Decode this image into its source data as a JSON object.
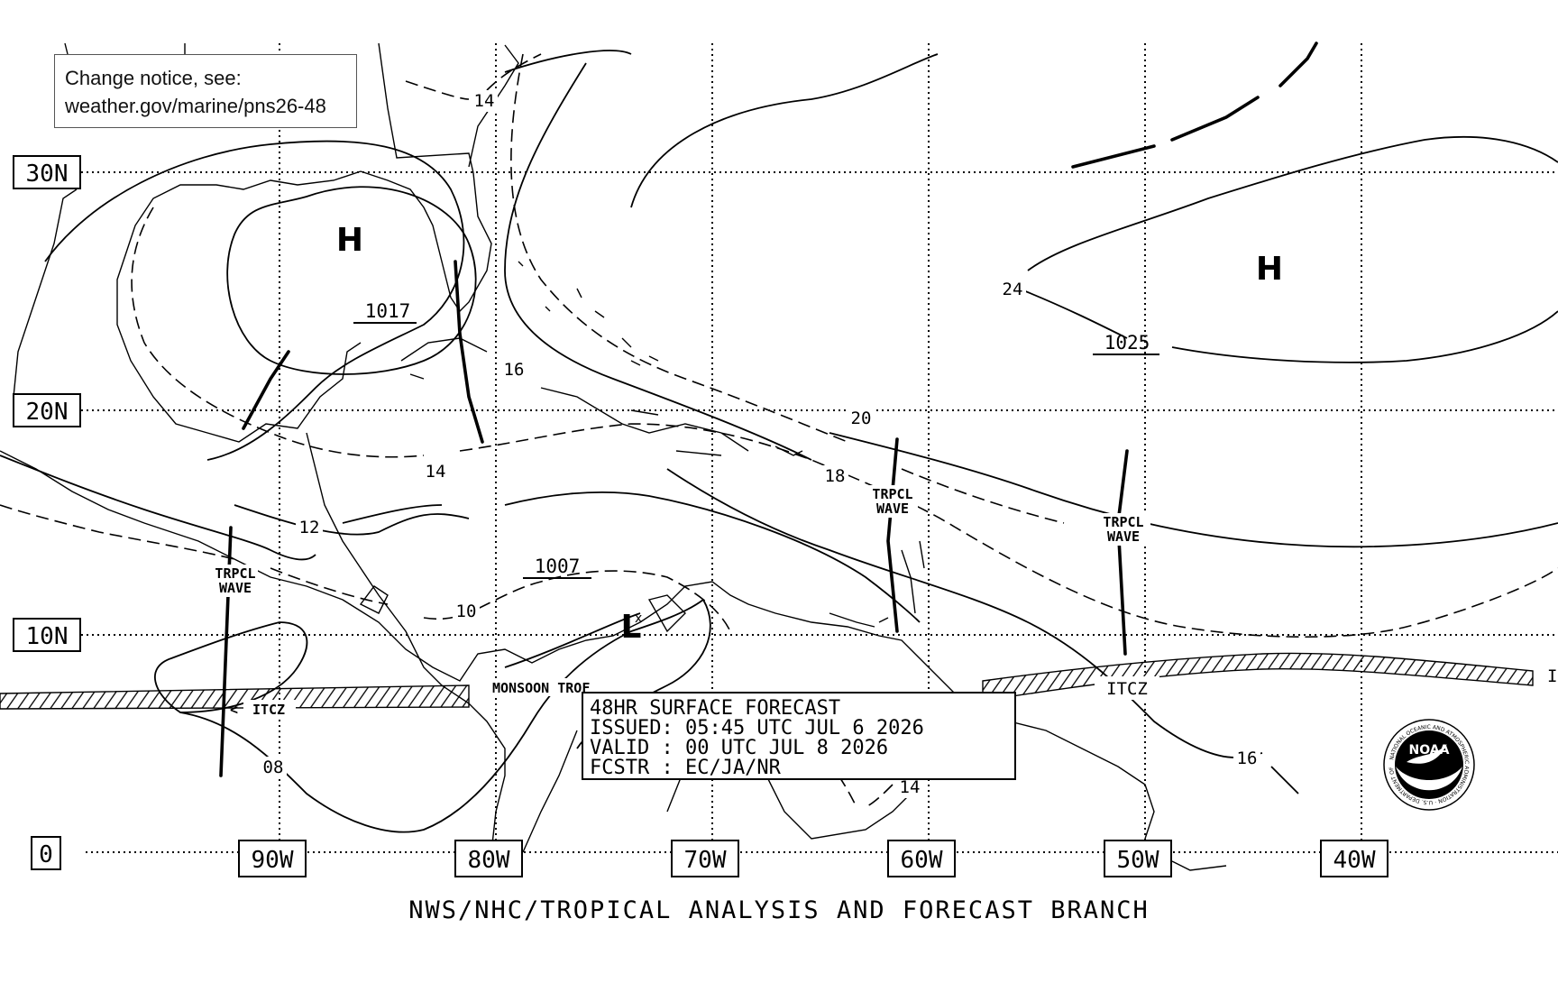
{
  "notice": {
    "line1": "Change notice, see:",
    "line2": "weather.gov/marine/pns26-48"
  },
  "latitudes": [
    "30N",
    "20N",
    "10N"
  ],
  "longitudes": [
    "90W",
    "80W",
    "70W",
    "60W",
    "50W",
    "40W"
  ],
  "corner_label": "0",
  "highs": [
    {
      "symbol": "H",
      "pressure": "1017"
    },
    {
      "symbol": "H",
      "pressure": "1025"
    }
  ],
  "low": {
    "symbol": "L",
    "pressure": "1007"
  },
  "isobar_labels": [
    "14",
    "16",
    "20",
    "18",
    "14",
    "12",
    "10",
    "08",
    "14",
    "16",
    "24"
  ],
  "waves": [
    {
      "line1": "TRPCL",
      "line2": "WAVE"
    },
    {
      "line1": "TRPCL",
      "line2": "WAVE"
    },
    {
      "line1": "TRPCL",
      "line2": "WAVE"
    }
  ],
  "itcz_labels": [
    "ITCZ",
    "ITCZ",
    "I"
  ],
  "monsoon_label": "MONSOON TROF",
  "forecast_box": {
    "line1": "48HR SURFACE FORECAST",
    "line2": "ISSUED: 05:45 UTC JUL 6 2026",
    "line3": "VALID : 00 UTC JUL 8 2026",
    "line4": "FCSTR : EC/JA/NR"
  },
  "footer": "NWS/NHC/TROPICAL ANALYSIS AND FORECAST BRANCH",
  "logo_text": "NOAA",
  "logo_ring": "NATIONAL OCEANIC AND ATMOSPHERIC ADMINISTRATION · U.S. DEPARTMENT OF COMMERCE"
}
